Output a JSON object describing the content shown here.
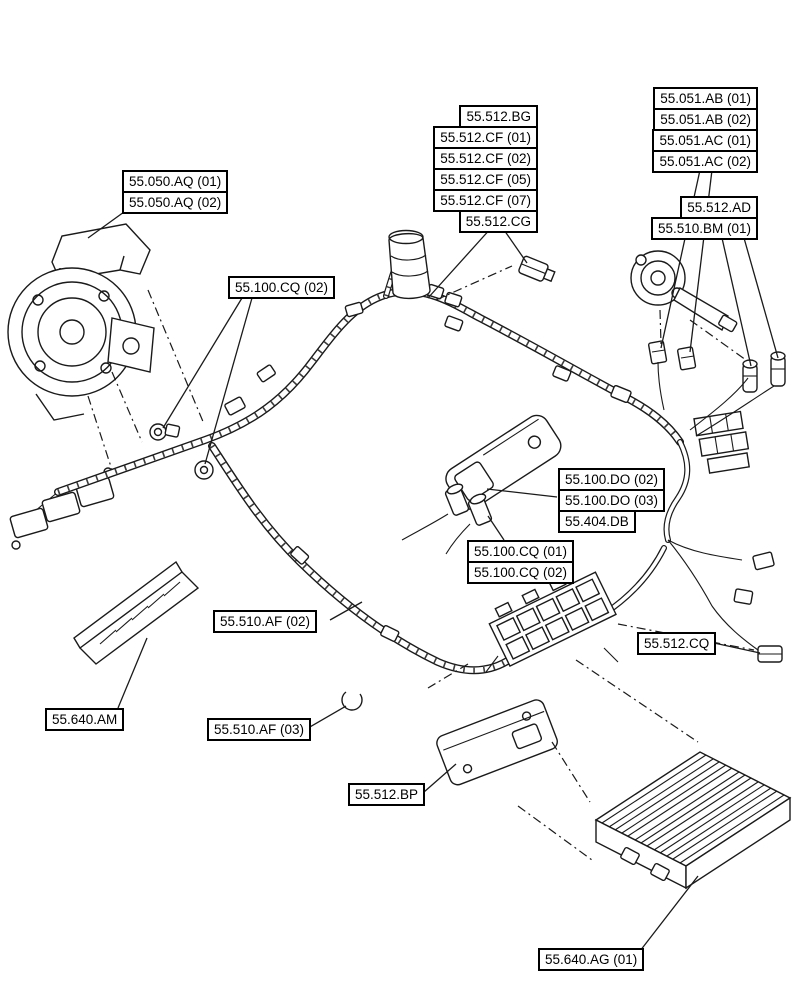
{
  "colors": {
    "background": "#ffffff",
    "line": "#1a1a1a",
    "label_border": "#000000",
    "label_bg": "#ffffff",
    "label_text": "#000000"
  },
  "labels": {
    "g1": {
      "lines": [
        "55.050.AQ (01)",
        "55.050.AQ (02)"
      ]
    },
    "g2": {
      "lines": [
        "55.512.BG",
        "55.512.CF (01)",
        "55.512.CF (02)",
        "55.512.CF (05)",
        "55.512.CF (07)",
        "55.512.CG"
      ]
    },
    "g3": {
      "lines": [
        "55.051.AB (01)",
        "55.051.AB (02)",
        "55.051.AC (01)",
        "55.051.AC (02)"
      ]
    },
    "g4": {
      "lines": [
        "55.512.AD",
        "55.510.BM (01)"
      ]
    },
    "g5": {
      "lines": [
        "55.100.CQ (02)"
      ]
    },
    "g6": {
      "lines": [
        "55.100.DO (02)",
        "55.100.DO (03)",
        "55.404.DB"
      ]
    },
    "g7": {
      "lines": [
        "55.100.CQ (01)",
        "55.100.CQ (02)"
      ]
    },
    "g8": {
      "lines": [
        "55.510.AF (02)"
      ]
    },
    "g9": {
      "lines": [
        "55.512.CQ"
      ]
    },
    "g10": {
      "lines": [
        "55.640.AM"
      ]
    },
    "g11": {
      "lines": [
        "55.510.AF (03)"
      ]
    },
    "g12": {
      "lines": [
        "55.512.BP"
      ]
    },
    "g13": {
      "lines": [
        "55.640.AG (01)"
      ]
    }
  }
}
